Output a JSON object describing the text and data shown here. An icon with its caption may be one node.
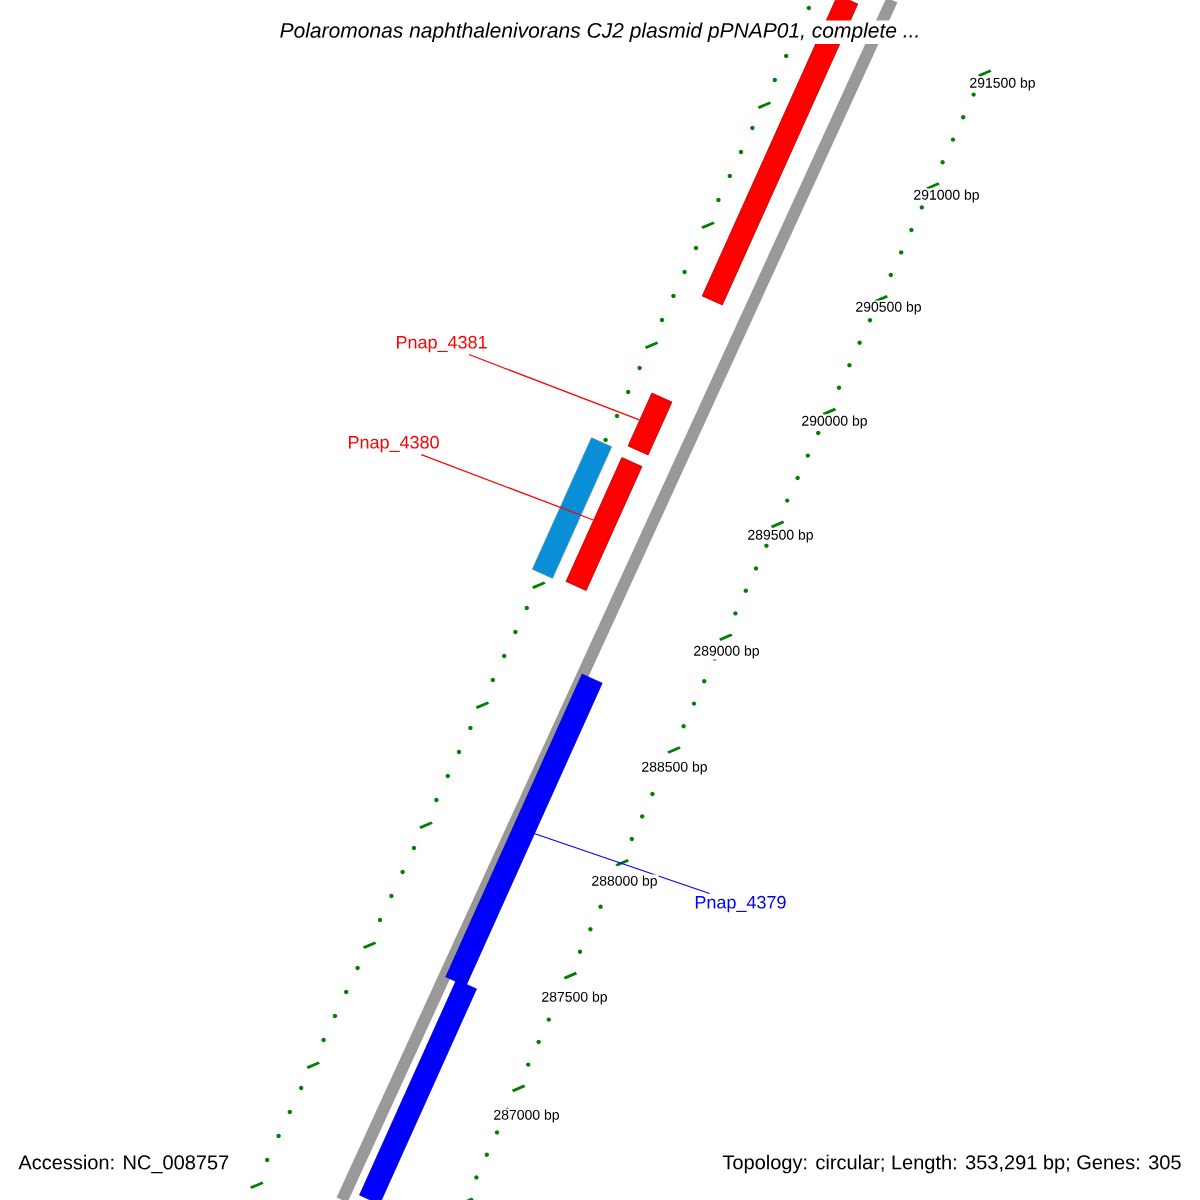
{
  "diagram": {
    "title": "Polaromonas naphthalenivorans CJ2 plasmid pPNAP01, complete ...",
    "nodes": [
      {
        "text": [
          "Pnap_4381"
        ]
      },
      {
        "text": [
          "Pnap_4380"
        ]
      },
      {
        "text": [
          "Pnap_4379"
        ]
      },
      {
        "text": [],
        "shape": "bar"
      },
      {
        "text": [],
        "shape": "bar"
      },
      {
        "text": [],
        "shape": "bar"
      },
      {
        "text": [],
        "shape": "bar"
      },
      {
        "text": [],
        "shape": "bar"
      },
      {
        "text": [],
        "shape": "bar"
      }
    ],
    "edges": [
      {
        "from": 0,
        "to": 4,
        "arrow": "none",
        "color": "#ff0000"
      },
      {
        "from": 1,
        "to": 5,
        "arrow": "none",
        "color": "#ff0000"
      },
      {
        "from": 2,
        "to": 7,
        "arrow": "none",
        "color": "#0000ff"
      }
    ],
    "labels": [
      "291500 bp",
      "291000 bp",
      "290500 bp",
      "290000 bp",
      "289500 bp",
      "289000 bp",
      "288500 bp",
      "288000 bp",
      "287500 bp",
      "287000 bp",
      "Accession: NC_008757",
      "Topology: circular; Length: 353,291 bp; Genes: 305"
    ]
  }
}
